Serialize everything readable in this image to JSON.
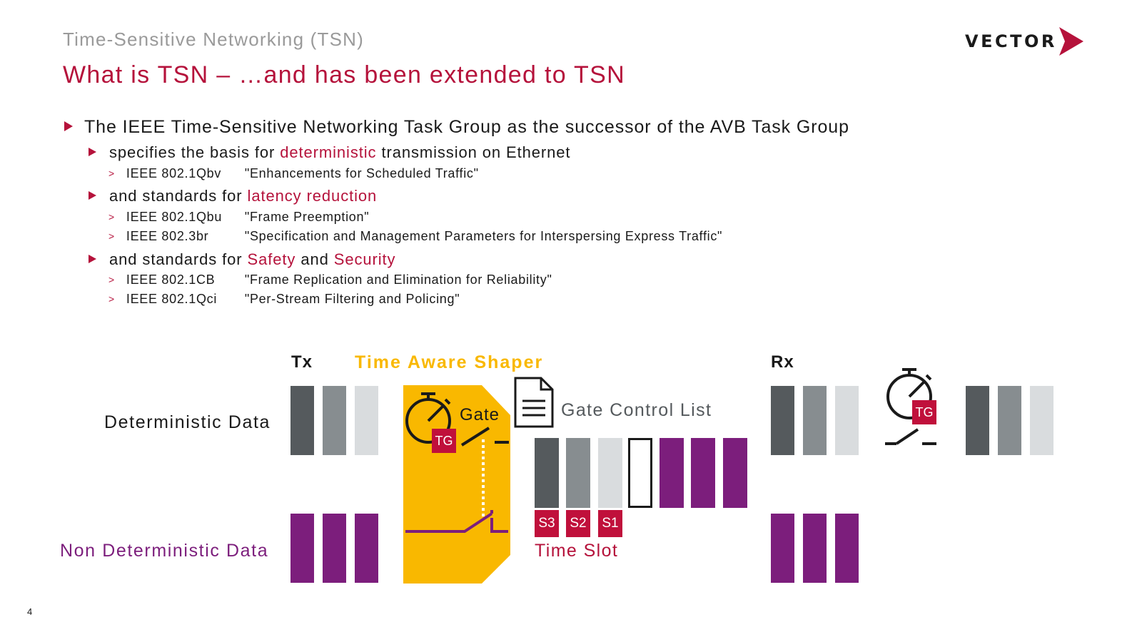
{
  "header": {
    "kicker": "Time-Sensitive Networking (TSN)",
    "title": "What is TSN – …and has been extended to TSN",
    "logo_text": "VECTOR"
  },
  "bullets": {
    "main": "The IEEE Time-Sensitive Networking Task Group as the successor of the AVB Task Group",
    "sub1": {
      "pre": "specifies the basis for ",
      "hl": "deterministic",
      "post": " transmission on Ethernet"
    },
    "sub1_items": [
      {
        "std": "IEEE 802.1Qbv",
        "desc": "\"Enhancements for Scheduled Traffic\""
      }
    ],
    "sub2": {
      "pre": "and standards for ",
      "hl": "latency reduction"
    },
    "sub2_items": [
      {
        "std": "IEEE 802.1Qbu",
        "desc": "\"Frame Preemption\""
      },
      {
        "std": "IEEE 802.3br",
        "desc": "\"Specification and Management Parameters for Interspersing Express Traffic\""
      }
    ],
    "sub3": {
      "pre": "and standards for ",
      "hl1": "Safety",
      "mid": " and ",
      "hl2": "Security"
    },
    "sub3_items": [
      {
        "std": "IEEE 802.1CB",
        "desc": "\"Frame Replication and Elimination for Reliability\""
      },
      {
        "std": "IEEE 802.1Qci",
        "desc": "\"Per-Stream Filtering and Policing\""
      }
    ]
  },
  "diagram": {
    "tx_label": "Tx",
    "rx_label": "Rx",
    "shaper_label": "Time Aware Shaper",
    "deterministic_label": "Deterministic Data",
    "non_deterministic_label": "Non Deterministic Data",
    "gate_label": "Gate",
    "tg_label": "TG",
    "gcl_label": "Gate Control List",
    "time_slot_label": "Time Slot",
    "slots": [
      "S3",
      "S2",
      "S1"
    ]
  },
  "footer": {
    "page_number": "4"
  },
  "colors": {
    "accent": "#b5123b",
    "shaper": "#f9b800",
    "purple": "#7c1e7c",
    "dark_gray": "#555a5d",
    "mid_gray": "#878d90",
    "light_gray": "#d9dcde"
  }
}
